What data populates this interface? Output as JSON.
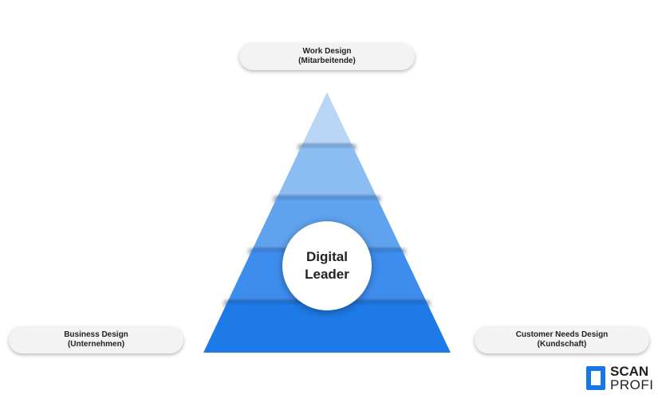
{
  "nodes": {
    "top": {
      "title": "Work Design",
      "subtitle": "(Mitarbeitende)"
    },
    "left": {
      "title": "Business Design",
      "subtitle": "(Unternehmen)"
    },
    "right": {
      "title": "Customer Needs Design",
      "subtitle": "(Kundschaft)"
    }
  },
  "center": {
    "line1": "Digital",
    "line2": "Leader"
  },
  "pyramid": {
    "tier_colors": [
      "#b9d6f7",
      "#8bbcf2",
      "#5fa2ee",
      "#3d8def",
      "#1e7ae6"
    ],
    "shadow_color": "#1f3550"
  },
  "logo": {
    "line1": "SCAN",
    "line2": "PROFI",
    "color": "#1976e6"
  }
}
